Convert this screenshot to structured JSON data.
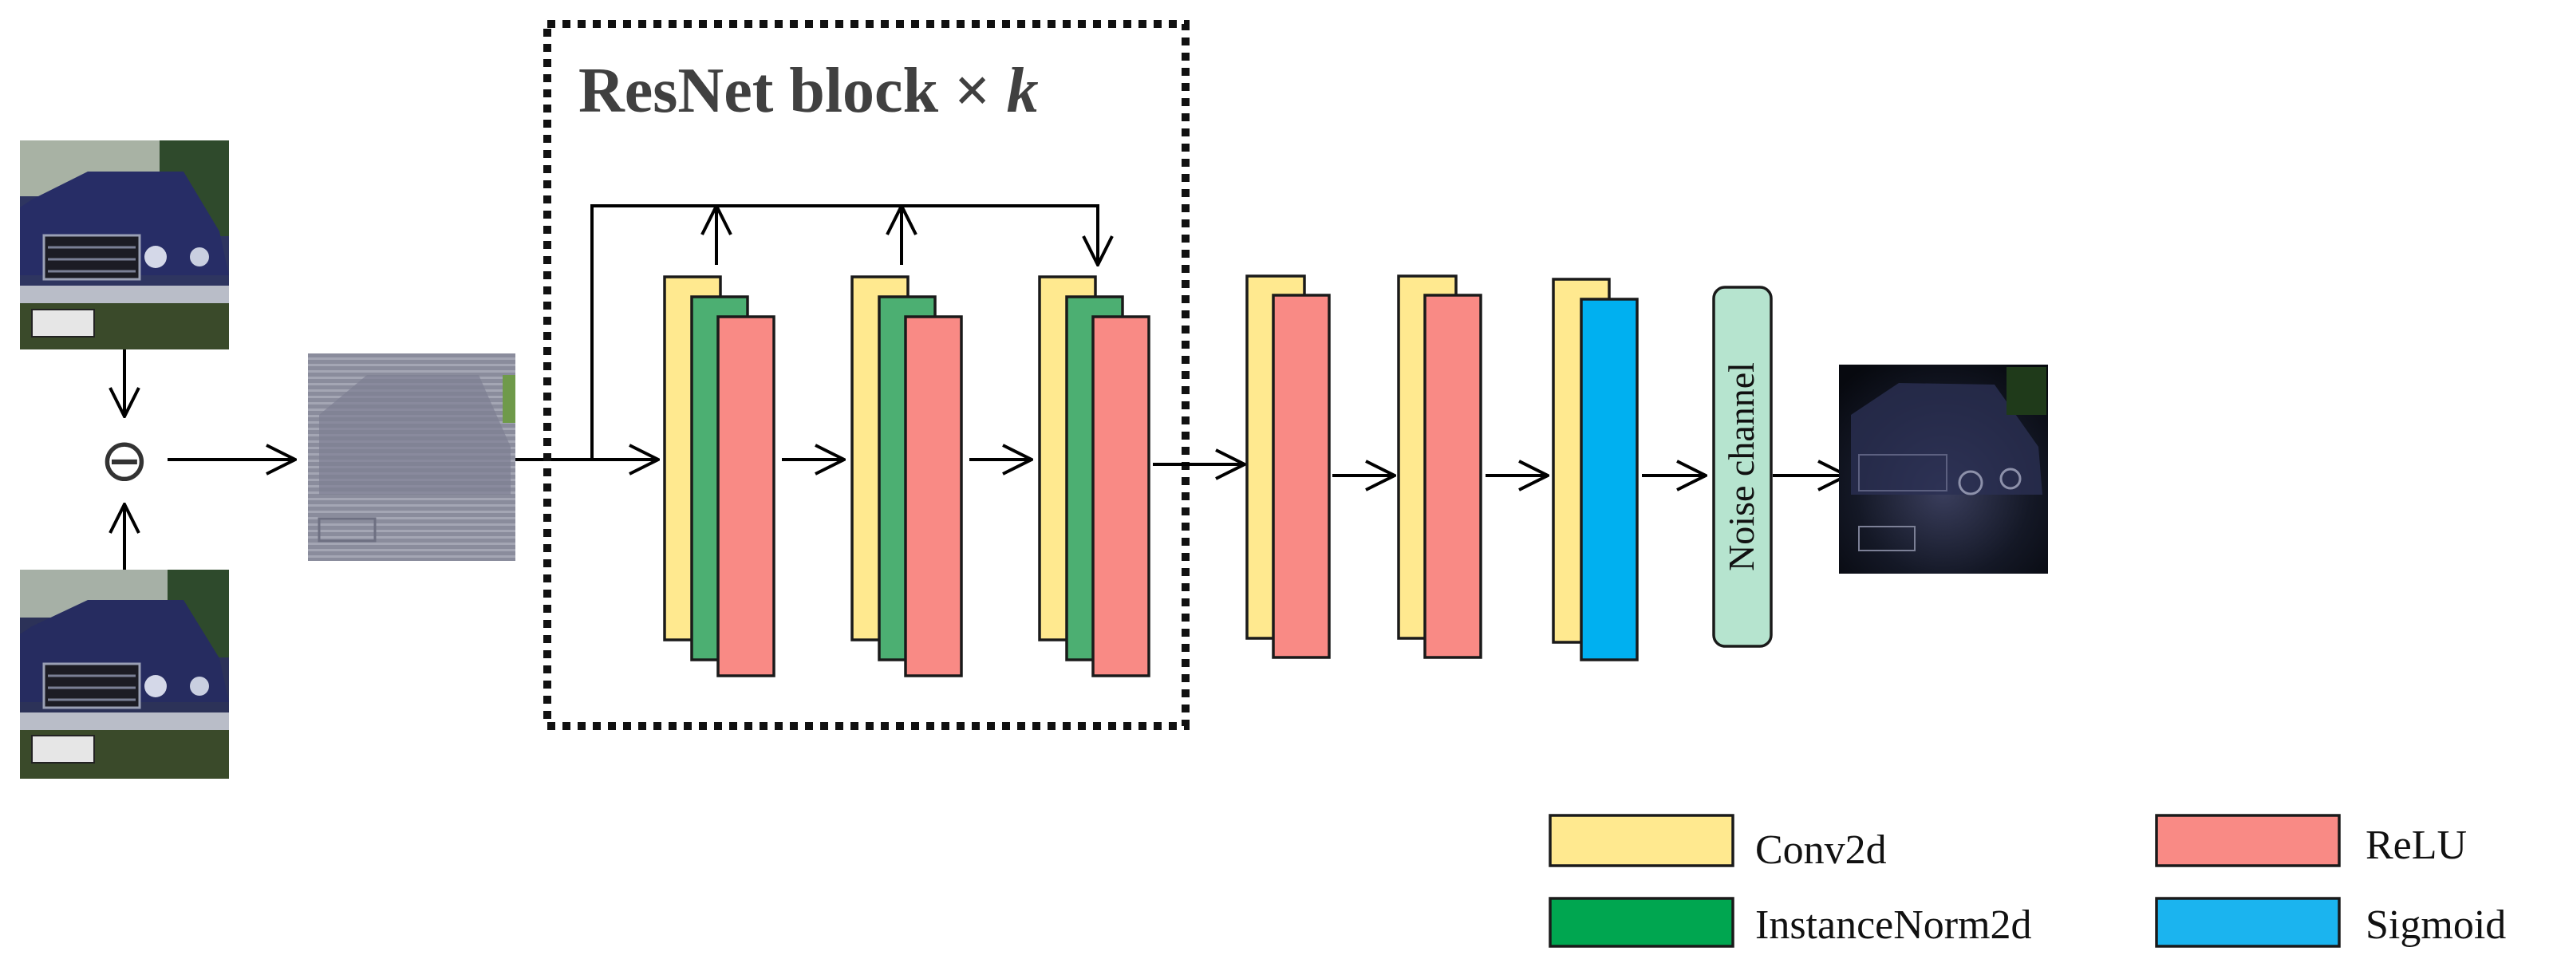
{
  "resnet_block": {
    "title": "ResNet block × ",
    "repeat_symbol": "k"
  },
  "operator": {
    "symbol": "⊖"
  },
  "noise_channel": {
    "label": "Noise channel"
  },
  "colors": {
    "conv2d": "#ffe98f",
    "instancenorm2d": "#4caf72",
    "relu": "#f98a85",
    "sigmoid": "#00b0f0",
    "noise": "#b6e4cf",
    "legend_instancenorm2d": "#00a650",
    "legend_sigmoid": "#1bb4ef"
  },
  "legend": {
    "conv2d": "Conv2d",
    "instancenorm2d": "InstanceNorm2d",
    "relu": "ReLU",
    "sigmoid": "Sigmoid"
  }
}
